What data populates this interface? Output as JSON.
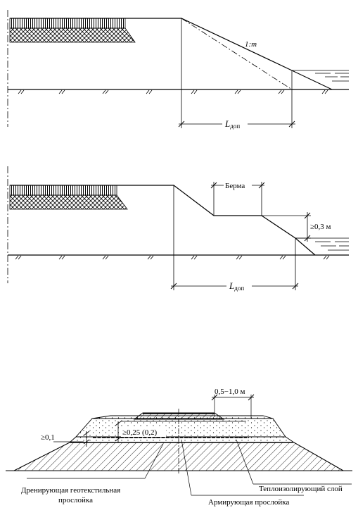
{
  "figure1": {
    "slope_label": "1:m",
    "length_label_main": "L",
    "length_label_sub": "доп"
  },
  "figure2": {
    "berm_label": "Берма",
    "height_label": "≥0,3 м",
    "length_label_main": "L",
    "length_label_sub": "доп"
  },
  "figure3": {
    "width_label": "0,5−1,0 м",
    "thickness_left_label": "≥0,1",
    "thickness_center_label": "≥0,25 (0,2)",
    "drain_label_line1": "Дренирующая геотекстильная",
    "drain_label_line2": "прослойка",
    "reinforce_label": "Армирующая прослойка",
    "insulation_label": "Теплоизолирующий слой"
  },
  "colors": {
    "line": "#000000",
    "background": "#ffffff"
  }
}
